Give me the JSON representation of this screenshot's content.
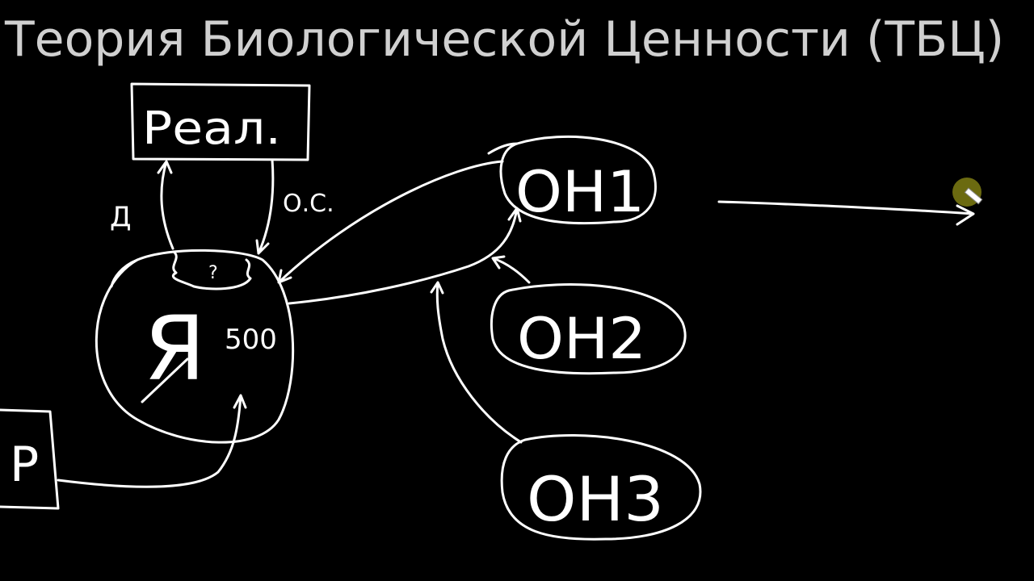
{
  "title": "Теория Биологической Ценности (ТБЦ)",
  "nodes": {
    "real": "Реал.",
    "self": "Я",
    "self_value": "500",
    "question": "?",
    "on1": "ОН1",
    "on2": "ОН2",
    "on3": "ОН3",
    "p": "Р"
  },
  "edge_labels": {
    "action": "Д",
    "feedback": "О.С."
  },
  "colors": {
    "background": "#000000",
    "ink": "#ffffff",
    "title": "#d0d0d0",
    "cursor": "#6b6a10"
  }
}
